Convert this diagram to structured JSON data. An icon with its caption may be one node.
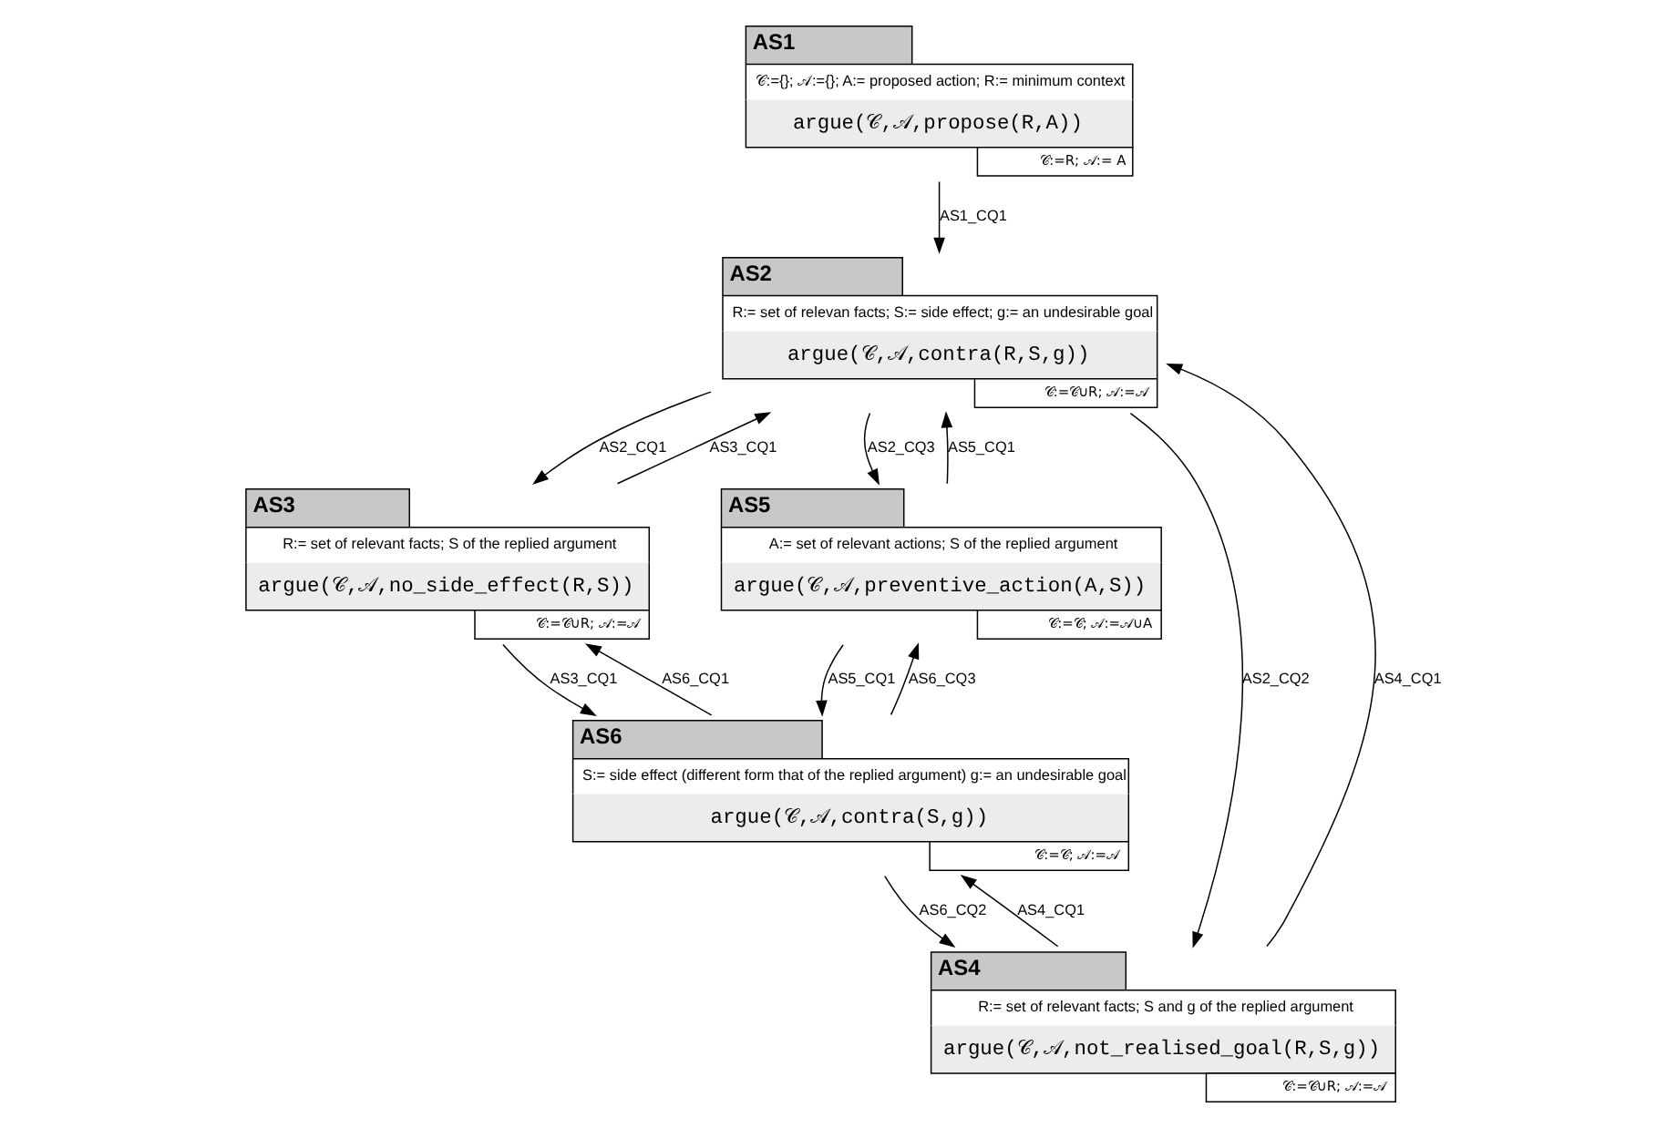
{
  "diagram": {
    "nodes": [
      {
        "text": [
          "AS1",
          "𝒞:={}; 𝒜:={}; A:= proposed action; R:= minimum context",
          "argue(𝒞,𝒜,propose(R,A))",
          "𝒞:=R; 𝒜:= A"
        ]
      },
      {
        "text": [
          "AS2",
          "R:= set of relevan facts; S:= side effect; g:= an undesirable goal",
          "argue(𝒞,𝒜,contra(R,S,g))",
          "𝒞:=𝒞∪R; 𝒜:=𝒜"
        ]
      },
      {
        "text": [
          "AS3",
          "R:= set of relevant facts; S of the replied argument",
          "argue(𝒞,𝒜,no_side_effect(R,S))",
          "𝒞:=𝒞∪R; 𝒜:=𝒜"
        ]
      },
      {
        "text": [
          "AS4",
          "R:= set of relevant facts; S and g of the replied argument",
          "argue(𝒞,𝒜,not_realised_goal(R,S,g))",
          "𝒞:=𝒞∪R; 𝒜:=𝒜"
        ]
      },
      {
        "text": [
          "AS5",
          "A:= set of relevant actions; S of the replied argument",
          "argue(𝒞,𝒜,preventive_action(A,S))",
          "𝒞:=𝒞; 𝒜:=𝒜∪A"
        ]
      },
      {
        "text": [
          "AS6",
          "S:= side effect (different form that of the replied argument) g:= an undesirable goal",
          "argue(𝒞,𝒜,contra(S,g))",
          "𝒞:=𝒞; 𝒜:=𝒜"
        ]
      }
    ],
    "edges": [
      {
        "from": 0,
        "to": 1,
        "arrow": "to",
        "label": "AS1_CQ1"
      },
      {
        "from": 2,
        "to": 1,
        "arrow": "to",
        "label": "AS3_CQ1"
      },
      {
        "from": 1,
        "to": 2,
        "arrow": "to",
        "label": "AS2_CQ1"
      },
      {
        "from": 3,
        "to": 1,
        "arrow": "to",
        "label": "AS4_CQ1"
      },
      {
        "from": 1,
        "to": 3,
        "arrow": "to",
        "label": "AS2_CQ2"
      },
      {
        "from": 4,
        "to": 1,
        "arrow": "to",
        "label": "AS5_CQ1"
      },
      {
        "from": 1,
        "to": 4,
        "arrow": "to",
        "label": "AS2_CQ3"
      },
      {
        "from": 2,
        "to": 5,
        "arrow": "to",
        "label": "AS3_CQ1"
      },
      {
        "from": 5,
        "to": 2,
        "arrow": "to",
        "label": "AS6_CQ1"
      },
      {
        "from": 3,
        "to": 5,
        "arrow": "to",
        "label": "AS4_CQ1"
      },
      {
        "from": 5,
        "to": 3,
        "arrow": "to",
        "label": "AS6_CQ2"
      },
      {
        "from": 4,
        "to": 5,
        "arrow": "to",
        "label": "AS5_CQ1"
      },
      {
        "from": 5,
        "to": 4,
        "arrow": "to",
        "label": "AS6_CQ3"
      }
    ]
  }
}
